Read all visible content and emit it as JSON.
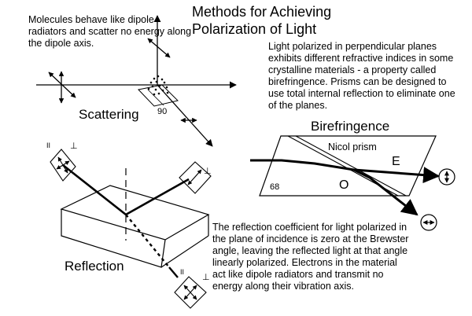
{
  "title": {
    "line1": "Methods for Achieving",
    "line2": "Polarization of Light"
  },
  "scattering": {
    "label": "Scattering",
    "note": "Molecules behave like dipole radiators and scatter no energy along the dipole axis.",
    "angle_label": "90"
  },
  "birefringence": {
    "label": "Birefringence",
    "note": "Light polarized in perpendicular planes exhibits different refractive indices in some crystalline materials - a property called birefringence. Prisms can be designed to use total internal reflection to eliminate one of the planes.",
    "prism_label": "Nicol prism",
    "e_label": "E",
    "o_label": "O",
    "angle_label": "68"
  },
  "reflection": {
    "label": "Reflection",
    "note": "The reflection coefficient for light polarized in the plane of incidence is zero at the Brewster angle, leaving the reflected light at that angle linearly polarized. Electrons in the material act like dipole radiators and transmit no energy along their vibration axis.",
    "parallel_symbol": "II",
    "perp_symbol": "⊥"
  }
}
